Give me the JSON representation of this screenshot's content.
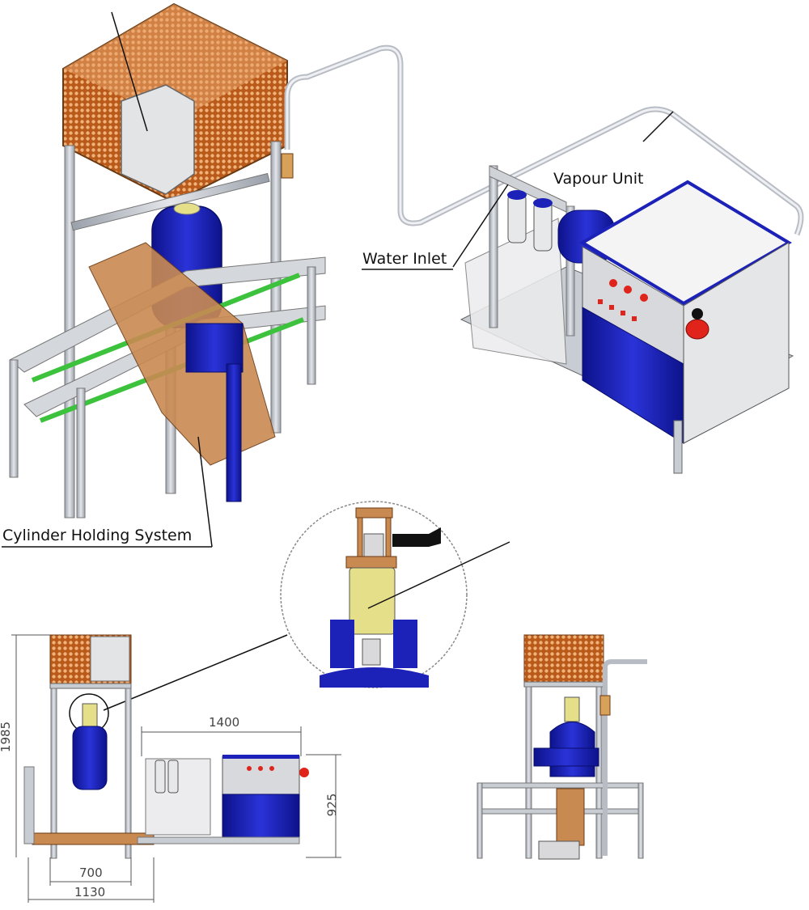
{
  "labels": {
    "vapour_unit": "Vapour Unit",
    "water_inlet": "Water Inlet",
    "cylinder_holding": "Cylinder Holding System"
  },
  "dimensions": {
    "total_height": "1985",
    "vapour_width": "1400",
    "vapour_height": "925",
    "inner_width": "700",
    "overall_width": "1130"
  },
  "colors": {
    "cage_orange": "#c8661f",
    "frame_grey": "#c9ccd3",
    "cylinder_blue": "#1c22b8",
    "panel_grey": "#d8d9dc",
    "stripe_green": "#3cc23c",
    "bronze": "#c98a52",
    "yellow_cyl": "#e6df8a",
    "button_red": "#e0241b"
  }
}
